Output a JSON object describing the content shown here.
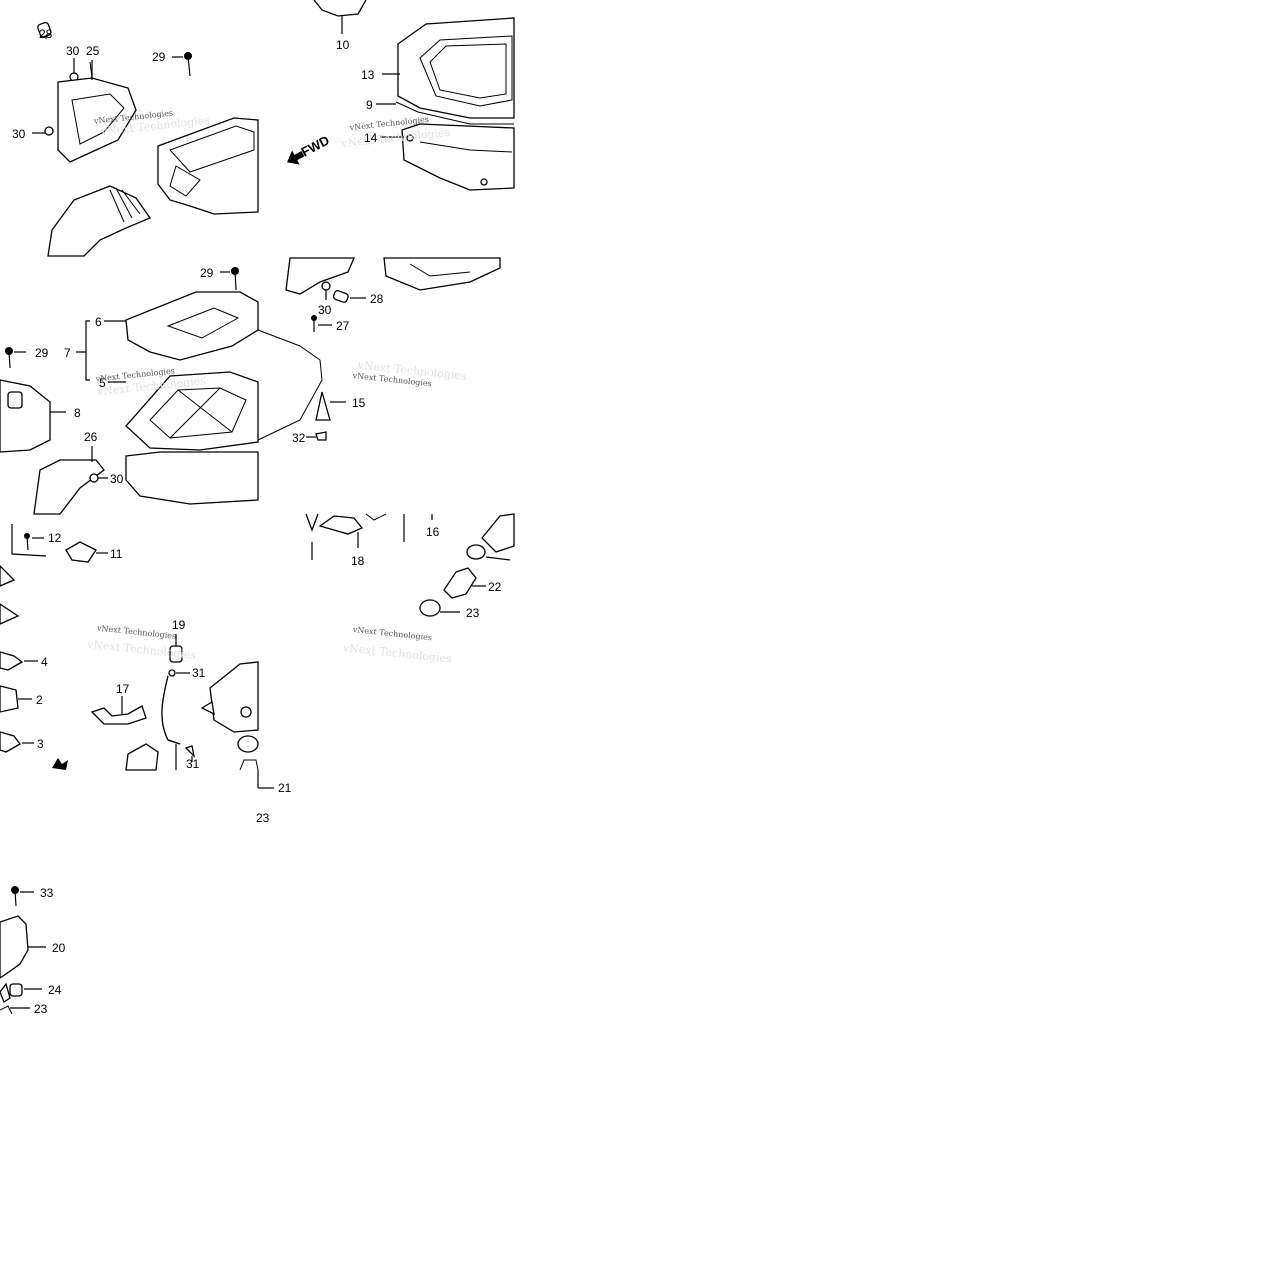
{
  "diagram": {
    "direction_label": "FWD",
    "watermark_text": "vNext Technologies",
    "callouts": [
      {
        "id": "c10",
        "text": "10"
      },
      {
        "id": "c28a",
        "text": "28"
      },
      {
        "id": "c30a",
        "text": "30"
      },
      {
        "id": "c25",
        "text": "25"
      },
      {
        "id": "c29a",
        "text": "29"
      },
      {
        "id": "c30b",
        "text": "30"
      },
      {
        "id": "c13",
        "text": "13"
      },
      {
        "id": "c9",
        "text": "9"
      },
      {
        "id": "c14",
        "text": "14"
      },
      {
        "id": "c29b",
        "text": "29"
      },
      {
        "id": "c6",
        "text": "6"
      },
      {
        "id": "c7",
        "text": "7"
      },
      {
        "id": "c5",
        "text": "5"
      },
      {
        "id": "c29c",
        "text": "29"
      },
      {
        "id": "c8",
        "text": "8"
      },
      {
        "id": "c26",
        "text": "26"
      },
      {
        "id": "c30c",
        "text": "30"
      },
      {
        "id": "c30d",
        "text": "30"
      },
      {
        "id": "c28b",
        "text": "28"
      },
      {
        "id": "c27",
        "text": "27"
      },
      {
        "id": "c15",
        "text": "15"
      },
      {
        "id": "c32",
        "text": "32"
      },
      {
        "id": "c12",
        "text": "12"
      },
      {
        "id": "c11",
        "text": "11"
      },
      {
        "id": "c18",
        "text": "18"
      },
      {
        "id": "c16",
        "text": "16"
      },
      {
        "id": "c22",
        "text": "22"
      },
      {
        "id": "c23a",
        "text": "23"
      },
      {
        "id": "c4",
        "text": "4"
      },
      {
        "id": "c2",
        "text": "2"
      },
      {
        "id": "c3",
        "text": "3"
      },
      {
        "id": "c19",
        "text": "19"
      },
      {
        "id": "c31a",
        "text": "31"
      },
      {
        "id": "c17",
        "text": "17"
      },
      {
        "id": "c31b",
        "text": "31"
      },
      {
        "id": "c21",
        "text": "21"
      },
      {
        "id": "c23b",
        "text": "23"
      },
      {
        "id": "c33",
        "text": "33"
      },
      {
        "id": "c20",
        "text": "20"
      },
      {
        "id": "c24",
        "text": "24"
      },
      {
        "id": "c23c",
        "text": "23"
      }
    ]
  }
}
